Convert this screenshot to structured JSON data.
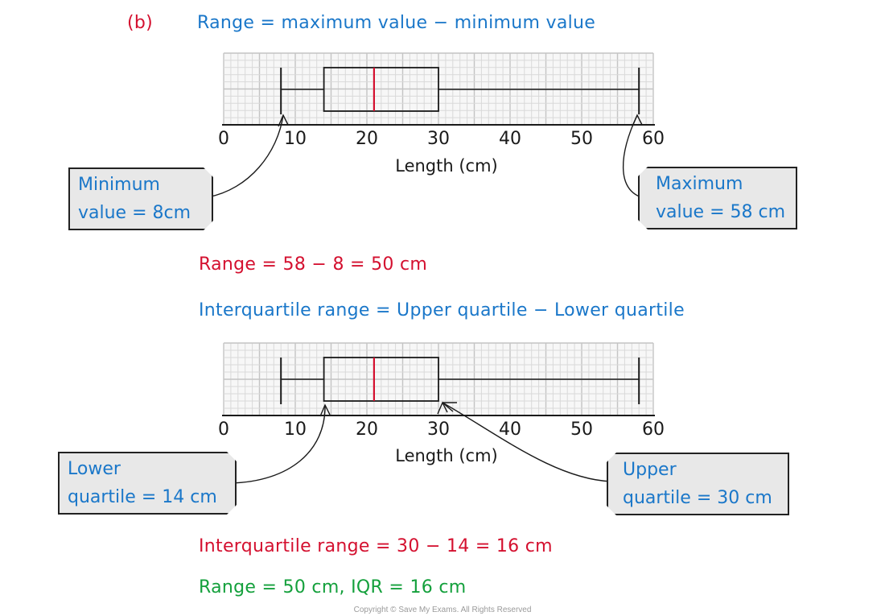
{
  "part_label": "(b)",
  "range_formula": "Range = maximum value − minimum value",
  "range_calc": "Range = 58 − 8 = 50 cm",
  "iqr_formula": "Interquartile range = Upper quartile − Lower quartile",
  "iqr_calc": "Interquartile range = 30 − 14 = 16 cm",
  "answer": "Range = 50 cm, IQR = 16 cm",
  "copyright": "Copyright © Save My Exams. All Rights Reserved",
  "colors": {
    "blue": "#1a77c9",
    "red": "#d4102f",
    "green": "#14a03c",
    "median": "#d4102f",
    "tag_fill": "#e8e8e8"
  },
  "callouts": {
    "min": {
      "line1": "Minimum",
      "line2": "value = 8cm"
    },
    "max": {
      "line1": "Maximum",
      "line2": "value = 58 cm"
    },
    "lq": {
      "line1": "Lower",
      "line2": "quartile = 14 cm"
    },
    "uq": {
      "line1": "Upper",
      "line2": "quartile = 30 cm"
    }
  },
  "chart_data": [
    {
      "type": "boxplot",
      "title": "",
      "xlabel": "Length (cm)",
      "xlim": [
        0,
        60
      ],
      "xticks": [
        0,
        10,
        20,
        30,
        40,
        50,
        60
      ],
      "tick_labels": [
        "0",
        "10",
        "20",
        "30",
        "40",
        "50",
        "60"
      ],
      "grid": true,
      "min": 8,
      "lower_quartile": 14,
      "median": 21,
      "upper_quartile": 30,
      "max": 58,
      "annotations": [
        "Minimum value = 8cm",
        "Maximum value = 58 cm"
      ]
    },
    {
      "type": "boxplot",
      "title": "",
      "xlabel": "Length (cm)",
      "xlim": [
        0,
        60
      ],
      "xticks": [
        0,
        10,
        20,
        30,
        40,
        50,
        60
      ],
      "tick_labels": [
        "0",
        "10",
        "20",
        "30",
        "40",
        "50",
        "60"
      ],
      "grid": true,
      "min": 8,
      "lower_quartile": 14,
      "median": 21,
      "upper_quartile": 30,
      "max": 58,
      "annotations": [
        "Lower quartile = 14 cm",
        "Upper quartile = 30 cm"
      ]
    }
  ]
}
